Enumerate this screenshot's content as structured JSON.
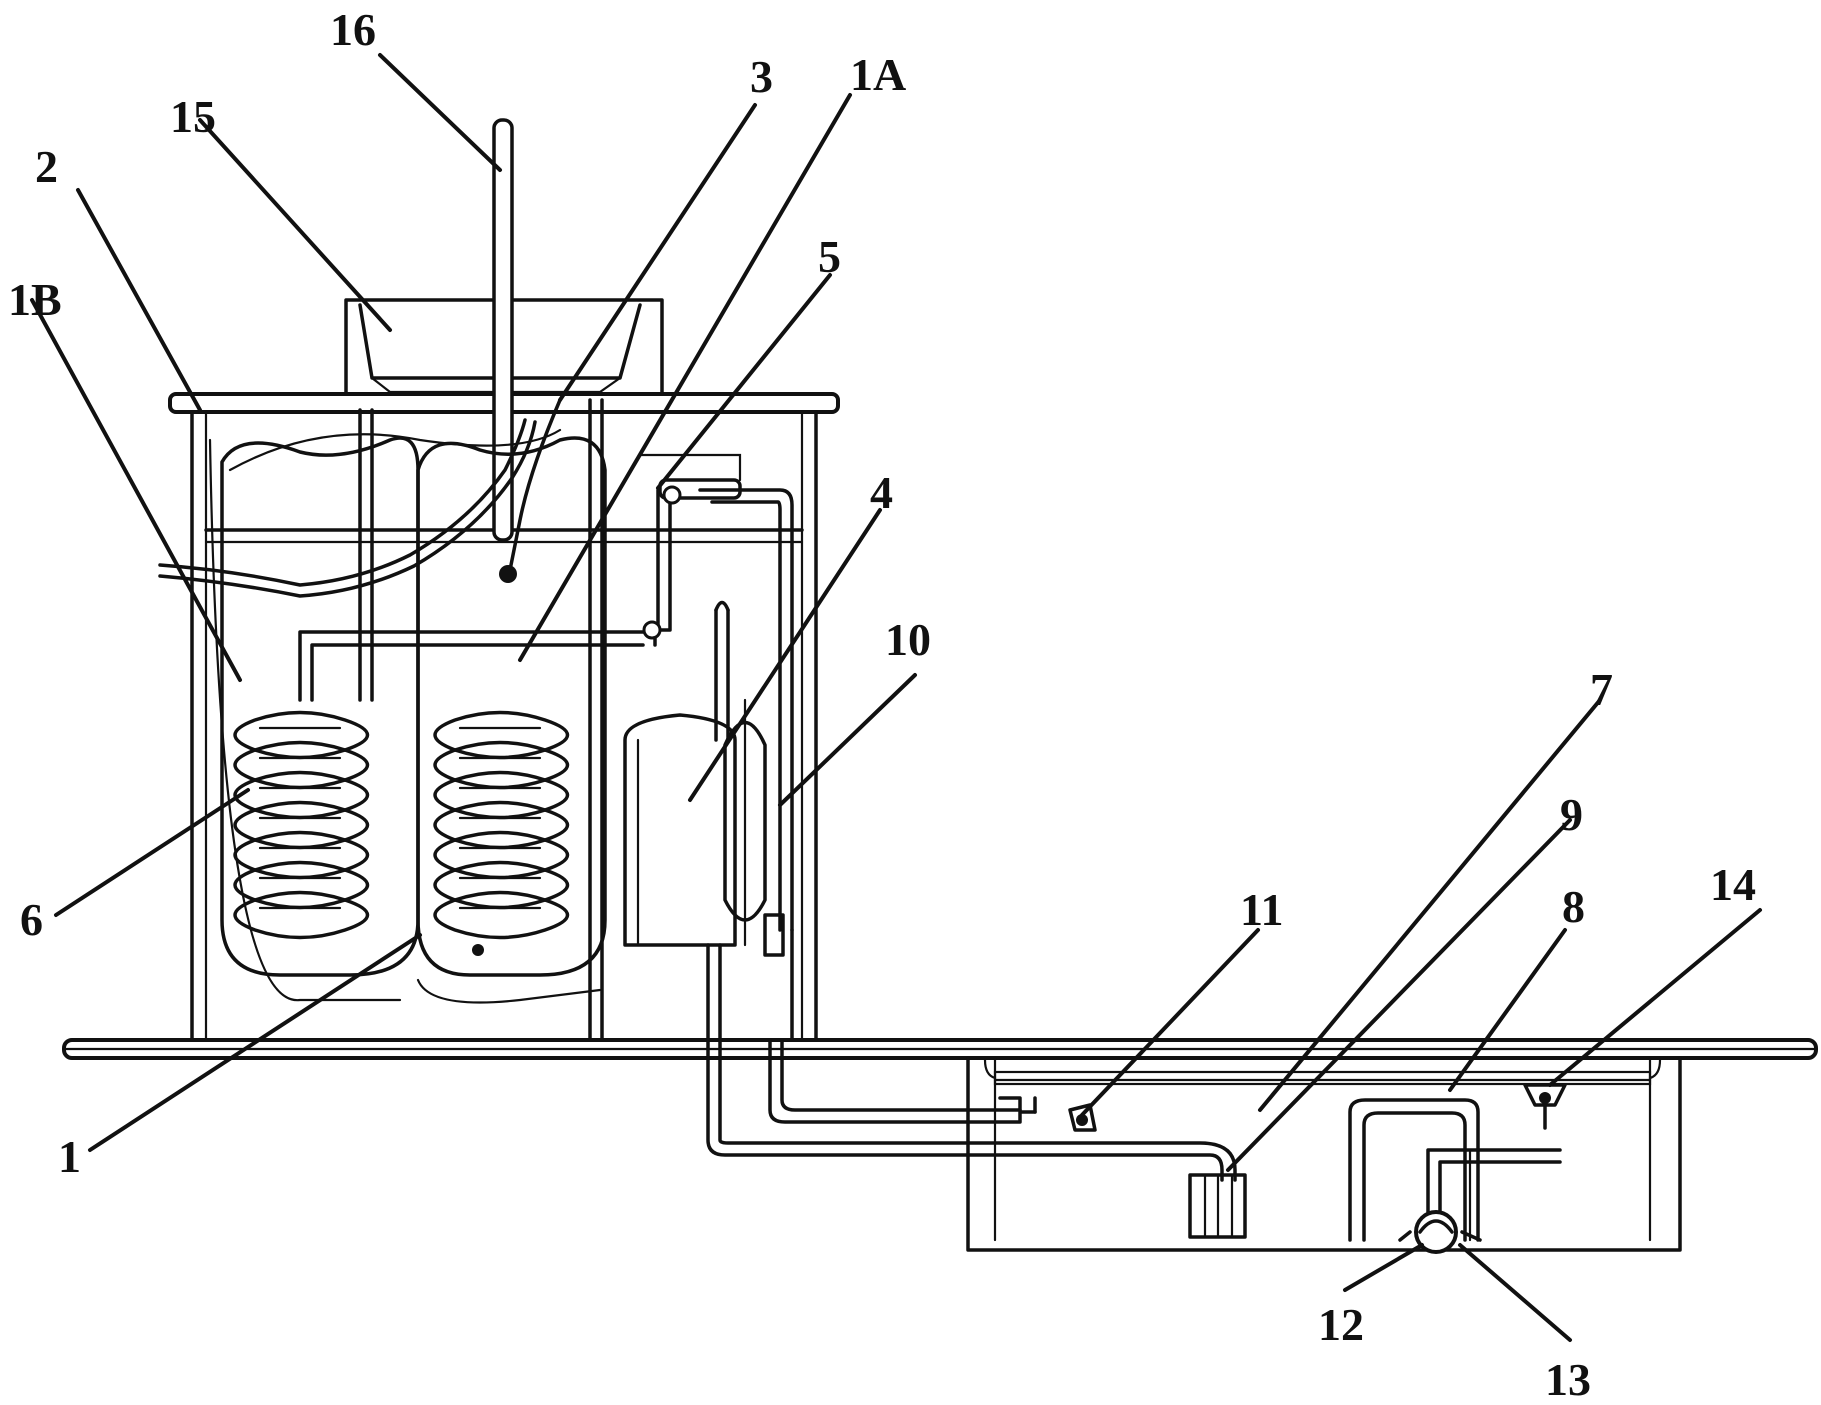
{
  "labels": {
    "l16": "16",
    "l15": "15",
    "l3": "3",
    "l1A": "1A",
    "l2": "2",
    "l1B": "1B",
    "l5": "5",
    "l4": "4",
    "l10": "10",
    "l6": "6",
    "l1": "1",
    "l7": "7",
    "l9": "9",
    "l11": "11",
    "l8": "8",
    "l14": "14",
    "l12": "12",
    "l13": "13"
  }
}
